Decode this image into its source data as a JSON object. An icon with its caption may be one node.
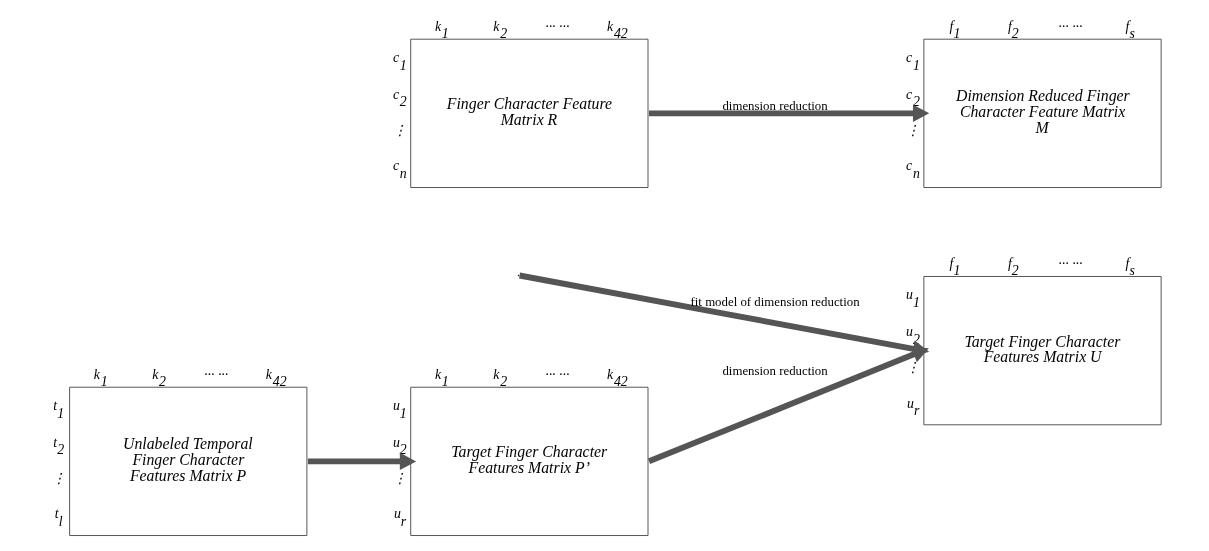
{
  "diagram": {
    "nodes": [
      {
        "text": [
          "Finger Character Feature Matrix R"
        ],
        "beside": [
          "k$_{1}$",
          "k$_{2}$",
          "··· ···",
          "k$_{42}$",
          "c$_{1}$",
          "c$_{2}$",
          "⋮",
          "c$_{n}$"
        ]
      },
      {
        "text": [
          "Dimension Reduced Finger Character Feature Matrix M"
        ],
        "beside": [
          "f$_{1}$",
          "f$_{2}$",
          "··· ···",
          "f$_{s}$",
          "c$_{1}$",
          "c$_{2}$",
          "⋮",
          "c$_{n}$"
        ]
      },
      {
        "text": [
          "Unlabeled Temporal Finger Character Features Matrix P"
        ],
        "beside": [
          "k$_{1}$",
          "k$_{2}$",
          "··· ···",
          "k$_{42}$",
          "t$_{1}$",
          "t$_{2}$",
          "⋮",
          "t$_{l}$"
        ]
      },
      {
        "text": [
          "Target Finger Character Features Matrix P’"
        ],
        "beside": [
          "k$_{1}$",
          "k$_{2}$",
          "··· ···",
          "k$_{42}$",
          "u$_{1}$",
          "u$_{2}$",
          "⋮",
          "u$_{r}$"
        ]
      },
      {
        "text": [
          "Target Finger Character Features Matrix U"
        ],
        "beside": [
          "f$_{1}$",
          "f$_{2}$",
          "··· ···",
          "f$_{s}$",
          "u$_{1}$",
          "u$_{2}$",
          "⋮",
          "u$_{r}$"
        ]
      }
    ],
    "edges": [
      {
        "from": 0,
        "to": 1,
        "arrow": "to",
        "label": "dimension reduction"
      },
      {
        "from": null,
        "to": 4,
        "arrow": "to",
        "label": "fit model of dimension reduction"
      },
      {
        "from": 2,
        "to": 3,
        "arrow": "to"
      },
      {
        "from": 3,
        "to": 4,
        "arrow": "to",
        "label": "dimension reduction"
      }
    ]
  }
}
